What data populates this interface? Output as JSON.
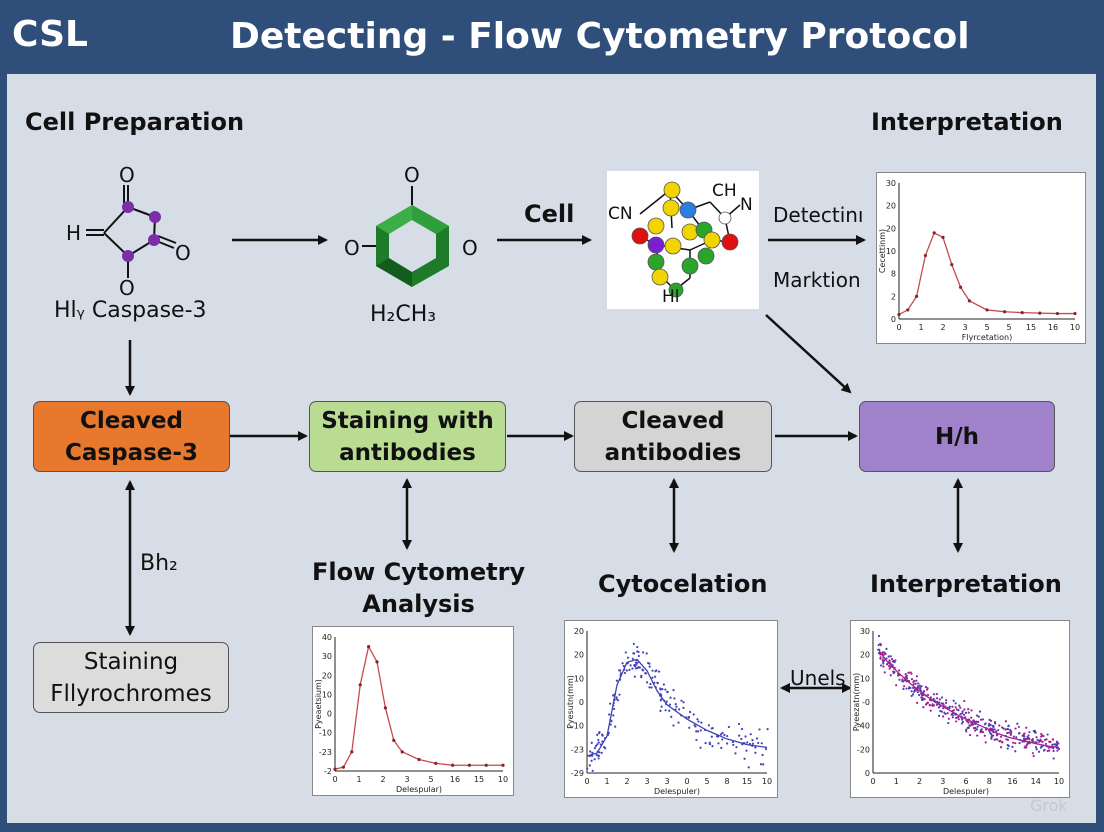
{
  "header": {
    "logo": "CSL",
    "title": "Detecting - Flow Cytometry Protocol"
  },
  "headings": {
    "cell_preparation": "Cell Preparation",
    "interpretation_top": "Interpretation",
    "flow_analysis": "Flow Cytometry\nAnalysis",
    "cytocelation": "Cytocelation",
    "interpretation_bottom": "Interpretation"
  },
  "molecules": {
    "m1_h": "H",
    "m1_o_top": "O",
    "m1_o_right": "O",
    "m1_o_bottom": "O",
    "m1_caption": "Hlᵧ Caspase-3",
    "m2_o_top": "O",
    "m2_o_left": "O",
    "m2_o_right": "O",
    "m2_caption": "H₂CH₃",
    "m3_cn": "CN",
    "m3_ch": "CH",
    "m3_n": "N",
    "m3_hl": "Hl"
  },
  "labels": {
    "cell": "Cell",
    "detecting": "Detectinı",
    "marktion": "Marktion",
    "bh2": "Bh₂",
    "unels": "Unels"
  },
  "boxes": {
    "cleaved_caspase": "Cleaved\nCaspase-3",
    "staining_antibodies": "Staining with\nantibodies",
    "cleaved_antibodies": "Cleaved\nantibodies",
    "hh": "H/h",
    "staining_fluoro": "Staining\nFllyrochromes"
  },
  "colors": {
    "orange": "#e9782f",
    "green": "#b9dc92",
    "gray": "#d4d4d4",
    "purple": "#9f82c9",
    "light_gray": "#dcdcdc",
    "curve_red": "#c94a4a",
    "scatter_blue": "#3e43b6",
    "scatter_purple": "#a0208f"
  },
  "watermark": "Grok",
  "chart_data": [
    {
      "id": "top_right",
      "type": "line",
      "x": [
        0,
        0.5,
        1,
        1.5,
        2,
        2.5,
        3,
        3.5,
        4,
        5,
        6,
        7,
        8,
        9,
        10
      ],
      "y": [
        1,
        2,
        5,
        14,
        19,
        18,
        12,
        7,
        4,
        2,
        1.6,
        1.4,
        1.3,
        1.2,
        1.2
      ],
      "xlim": [
        0,
        10
      ],
      "ylim": [
        0,
        30
      ],
      "xticks": [
        "0",
        "1",
        "2",
        "3",
        "5",
        "5",
        "15",
        "16",
        "10"
      ],
      "yticks": [
        "30",
        "20",
        "20",
        "10",
        "8",
        "2",
        "0"
      ],
      "xlabel": "Flyrcetation)",
      "ylabel": "Cecettinm)"
    },
    {
      "id": "flow_analysis",
      "type": "line",
      "x": [
        0,
        0.5,
        1,
        1.5,
        2,
        2.5,
        3,
        3.5,
        4,
        5,
        6,
        7,
        8,
        9,
        10
      ],
      "y": [
        -29,
        -28,
        -20,
        15,
        35,
        27,
        3,
        -14,
        -20,
        -24,
        -26,
        -27,
        -27,
        -27,
        -27
      ],
      "xlim": [
        0,
        10
      ],
      "ylim": [
        -30,
        40
      ],
      "xticks": [
        "0",
        "1",
        "2",
        "3",
        "5",
        "16",
        "15",
        "10"
      ],
      "yticks": [
        "40",
        "30",
        "20",
        "10",
        "0",
        "-10",
        "-23",
        "-2"
      ],
      "xlabel": "Delespular)",
      "ylabel": "Pyeaetsium)"
    },
    {
      "id": "cytocelation",
      "type": "scatter",
      "x": [
        0,
        0.5,
        1,
        1.5,
        2,
        2.5,
        3,
        3.5,
        4,
        5,
        6,
        7,
        8,
        9
      ],
      "y": [
        -24,
        -23,
        -17,
        1,
        9,
        10,
        6,
        -1,
        -6,
        -11,
        -15,
        -18,
        -20,
        -21
      ],
      "xlim": [
        0,
        9
      ],
      "ylim": [
        -30,
        20
      ],
      "xticks": [
        "0",
        "1",
        "2",
        "3",
        "3",
        "0",
        "5",
        "8",
        "15",
        "10"
      ],
      "yticks": [
        "20",
        "20",
        "10",
        "0",
        "-10",
        "-23",
        "-29"
      ],
      "xlabel": "Delespuler)",
      "ylabel": "Pyesutn(mm)"
    },
    {
      "id": "interpretation_scatter",
      "type": "scatter",
      "x": [
        0.5,
        1,
        2,
        3,
        4,
        5,
        6,
        7,
        8,
        9,
        10,
        11,
        12,
        13,
        14,
        15
      ],
      "y": [
        26,
        20,
        11,
        3,
        -4,
        -10,
        -15,
        -20,
        -24,
        -28,
        -32,
        -35,
        -37,
        -39,
        -41,
        -42
      ],
      "xlim": [
        0,
        15
      ],
      "ylim": [
        -60,
        40
      ],
      "xticks": [
        "0",
        "1",
        "2",
        "3",
        "6",
        "8",
        "16",
        "14",
        "10"
      ],
      "yticks": [
        "30",
        "20",
        "10",
        "-0",
        "-40",
        "-20",
        "0"
      ],
      "xlabel": "Delespuler)",
      "ylabel": "Pyeezatn(mm)"
    }
  ]
}
